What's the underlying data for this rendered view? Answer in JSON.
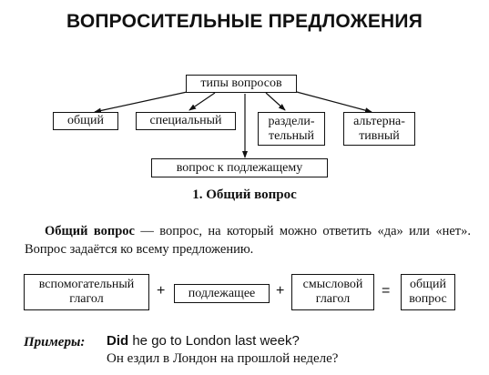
{
  "title": "ВОПРОСИТЕЛЬНЫЕ ПРЕДЛОЖЕНИЯ",
  "tree": {
    "root": "типы вопросов",
    "general": "общий",
    "special": "специальный",
    "disjunctive_line1": "раздели-",
    "disjunctive_line2": "тельный",
    "alternative_line1": "альтерна-",
    "alternative_line2": "тивный",
    "subject": "вопрос к подлежащему"
  },
  "section_title": "1. Общий вопрос",
  "definition": {
    "term": "Общий вопрос",
    "text": " — вопрос, на который можно ответить «да» или «нет». Вопрос задаётся ко всему предложению."
  },
  "formula": {
    "aux_line1": "вспомогательный",
    "aux_line2": "глагол",
    "plus1": "+",
    "subject": "подлежащее",
    "plus2": "+",
    "main_line1": "смысловой",
    "main_line2": "глагол",
    "equals": "=",
    "result_line1": "общий",
    "result_line2": "вопрос"
  },
  "examples": {
    "label": "Примеры",
    "colon": ":",
    "en_bold": "Did",
    "en_rest": " he go to London last week?",
    "ru": "Он ездил в Лондон на прошлой неделе?"
  }
}
